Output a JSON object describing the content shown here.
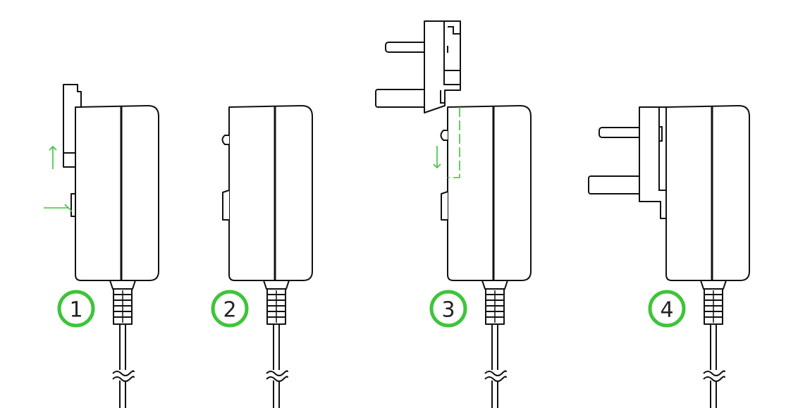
{
  "steps": [
    {
      "label": "1",
      "plug": "folded-prong",
      "arrows": [
        "up",
        "right"
      ]
    },
    {
      "label": "2",
      "plug": "none",
      "arrows": []
    },
    {
      "label": "3",
      "plug": "uk-detached",
      "arrows": [
        "down"
      ]
    },
    {
      "label": "4",
      "plug": "uk-attached",
      "arrows": []
    }
  ],
  "colors": {
    "accent": "#3ec43a",
    "line": "#111111"
  }
}
